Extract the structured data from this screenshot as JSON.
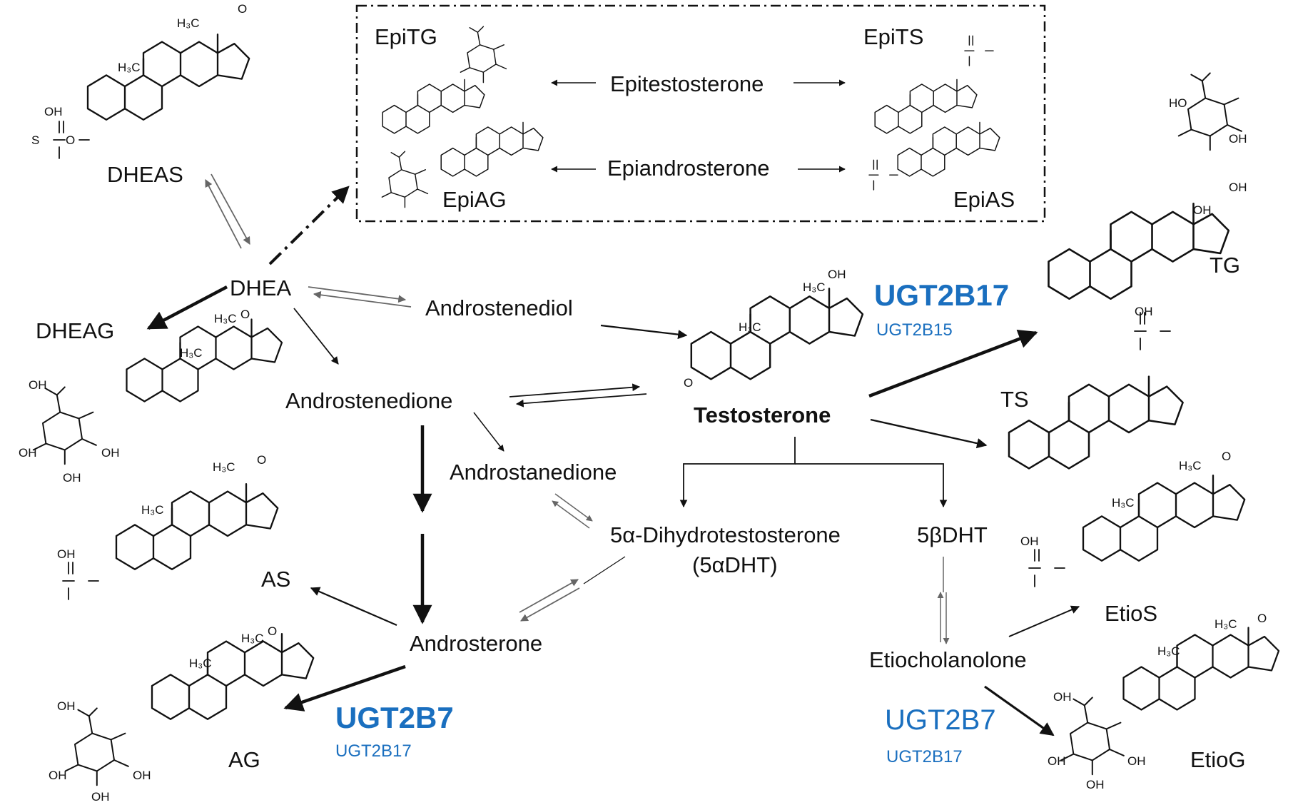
{
  "box": {
    "top_left": "EpiTG",
    "top_right": "EpiTS",
    "bottom_left": "EpiAG",
    "bottom_right": "EpiAS"
  },
  "compounds": {
    "epitestosterone": "Epitestosterone",
    "epiandrosterone": "Epiandrosterone",
    "dheas": "DHEAS",
    "dhea": "DHEA",
    "dheag": "DHEAG",
    "androstenediol": "Androstenediol",
    "androstenedione": "Androstenedione",
    "androstanedione": "Androstanedione",
    "testosterone": "Testosterone",
    "dht_line1": "5α-Dihydrotestosterone",
    "dht_line2": "(5αDHT)",
    "five_beta_dht": "5βDHT",
    "androsterone": "Androsterone",
    "etiocholanolone": "Etiocholanolone",
    "as": "AS",
    "ag": "AG",
    "tg": "TG",
    "ts": "TS",
    "etios": "EtioS",
    "etiog": "EtioG"
  },
  "enzymes": {
    "top_main": "UGT2B17",
    "top_sub": "UGT2B15",
    "left_main": "UGT2B7",
    "left_sub": "UGT2B17",
    "right_main": "UGT2B7",
    "right_sub": "UGT2B17"
  },
  "atoms": {
    "methyl": "H₃C",
    "hydrogen": "H",
    "hydroxyl": "OH",
    "oxygen": "O",
    "sulfur": "S",
    "hydroxyl_left": "HO"
  },
  "colors": {
    "enzyme": "#1a6fbf",
    "text": "#111111",
    "arrow_gray": "#666666"
  }
}
